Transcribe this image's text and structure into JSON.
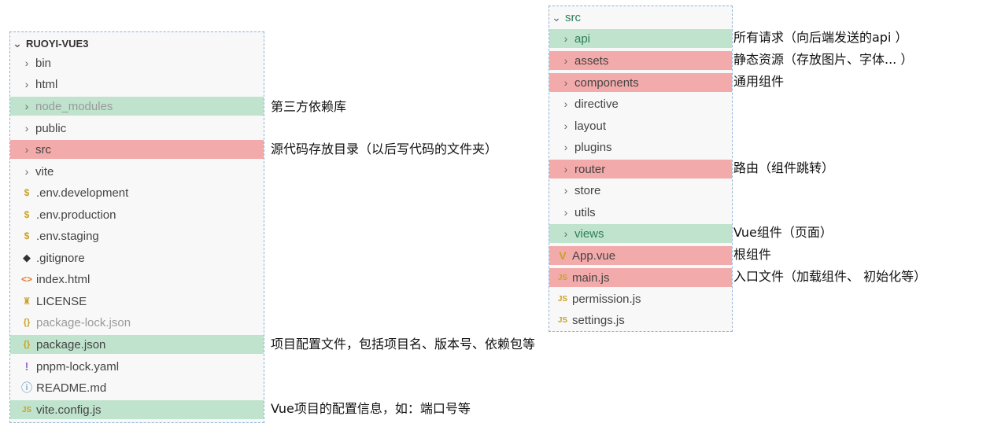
{
  "left_tree": {
    "root": "RUOYI-VUE3",
    "items": [
      {
        "label": "bin",
        "kind": "folder",
        "icon": "chevron-right-icon",
        "highlight": "none"
      },
      {
        "label": "html",
        "kind": "folder",
        "icon": "chevron-right-icon",
        "highlight": "none"
      },
      {
        "label": "node_modules",
        "kind": "folder",
        "icon": "chevron-right-icon",
        "highlight": "green"
      },
      {
        "label": "public",
        "kind": "folder",
        "icon": "chevron-right-icon",
        "highlight": "none"
      },
      {
        "label": "src",
        "kind": "folder",
        "icon": "chevron-right-icon",
        "highlight": "red"
      },
      {
        "label": "vite",
        "kind": "folder",
        "icon": "chevron-right-icon",
        "highlight": "none"
      },
      {
        "label": ".env.development",
        "kind": "file",
        "icon": "dollar-icon",
        "highlight": "none"
      },
      {
        "label": ".env.production",
        "kind": "file",
        "icon": "dollar-icon",
        "highlight": "none"
      },
      {
        "label": ".env.staging",
        "kind": "file",
        "icon": "dollar-icon",
        "highlight": "none"
      },
      {
        "label": ".gitignore",
        "kind": "file",
        "icon": "git-icon",
        "highlight": "none"
      },
      {
        "label": "index.html",
        "kind": "file",
        "icon": "html-icon",
        "highlight": "none"
      },
      {
        "label": "LICENSE",
        "kind": "file",
        "icon": "license-icon",
        "highlight": "none"
      },
      {
        "label": "package-lock.json",
        "kind": "file",
        "icon": "json-icon",
        "highlight": "none"
      },
      {
        "label": "package.json",
        "kind": "file",
        "icon": "json-icon",
        "highlight": "green"
      },
      {
        "label": "pnpm-lock.yaml",
        "kind": "file",
        "icon": "yaml-icon",
        "highlight": "none"
      },
      {
        "label": "README.md",
        "kind": "file",
        "icon": "info-icon",
        "highlight": "none"
      },
      {
        "label": "vite.config.js",
        "kind": "file",
        "icon": "js-icon",
        "highlight": "green"
      }
    ]
  },
  "left_notes": {
    "node_modules": "第三方依赖库",
    "src": "源代码存放目录（以后写代码的文件夹）",
    "package_json": "项目配置文件，包括项目名、版本号、依赖包等",
    "vite_config": "Vue项目的配置信息，如：端口号等"
  },
  "right_tree": {
    "root": "src",
    "items": [
      {
        "label": "api",
        "kind": "folder",
        "icon": "chevron-right-icon",
        "highlight": "green"
      },
      {
        "label": "assets",
        "kind": "folder",
        "icon": "chevron-right-icon",
        "highlight": "red"
      },
      {
        "label": "components",
        "kind": "folder",
        "icon": "chevron-right-icon",
        "highlight": "red"
      },
      {
        "label": "directive",
        "kind": "folder",
        "icon": "chevron-right-icon",
        "highlight": "none"
      },
      {
        "label": "layout",
        "kind": "folder",
        "icon": "chevron-right-icon",
        "highlight": "none"
      },
      {
        "label": "plugins",
        "kind": "folder",
        "icon": "chevron-right-icon",
        "highlight": "none"
      },
      {
        "label": "router",
        "kind": "folder",
        "icon": "chevron-right-icon",
        "highlight": "red"
      },
      {
        "label": "store",
        "kind": "folder",
        "icon": "chevron-right-icon",
        "highlight": "none"
      },
      {
        "label": "utils",
        "kind": "folder",
        "icon": "chevron-right-icon",
        "highlight": "none"
      },
      {
        "label": "views",
        "kind": "folder",
        "icon": "chevron-right-icon",
        "highlight": "green"
      },
      {
        "label": "App.vue",
        "kind": "file",
        "icon": "vue-icon",
        "highlight": "red"
      },
      {
        "label": "main.js",
        "kind": "file",
        "icon": "js-icon",
        "highlight": "red"
      },
      {
        "label": "permission.js",
        "kind": "file",
        "icon": "js-icon",
        "highlight": "none"
      },
      {
        "label": "settings.js",
        "kind": "file",
        "icon": "js-icon",
        "highlight": "none"
      }
    ]
  },
  "right_notes": {
    "api": "所有请求（向后端发送的api ）",
    "assets": "静态资源（存放图片、字体... ）",
    "components": "通用组件",
    "router": "路由（组件跳转）",
    "views": "Vue组件（页面）",
    "app_vue": "根组件",
    "main_js": "入口文件（加载组件、 初始化等）"
  },
  "colors": {
    "highlight_green": "#bfe3cd",
    "highlight_red": "#f3aaaa",
    "panel_border": "#8fb3d9",
    "panel_bg": "#f8f8f8"
  },
  "glyphs": {
    "chevron_right": "›",
    "chevron_down": "⌄",
    "dollar": "$",
    "git": "◆",
    "html": "<>",
    "license": "♜",
    "json": "{}",
    "yaml": "!",
    "info": "ⓘ",
    "js": "JS",
    "vue": "V"
  }
}
